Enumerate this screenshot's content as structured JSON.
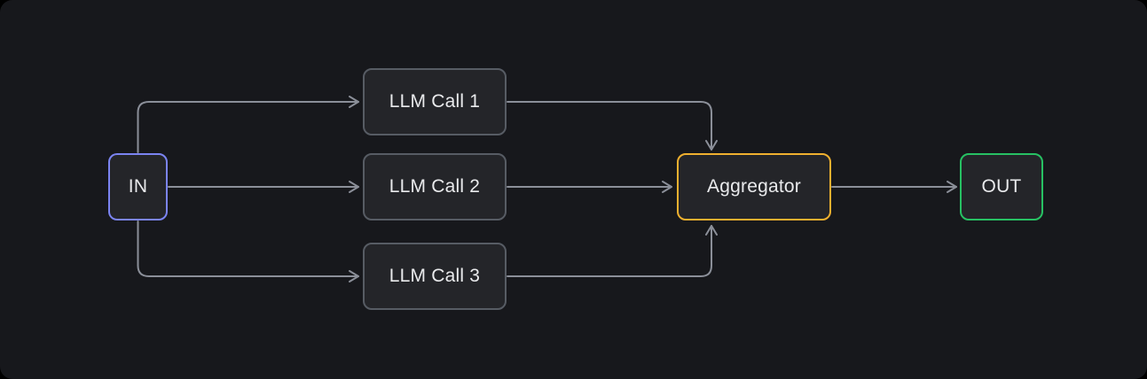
{
  "diagram": {
    "type": "workflow",
    "nodes": [
      {
        "id": "in",
        "label": "IN",
        "accent": "#7b84f2"
      },
      {
        "id": "llm1",
        "label": "LLM Call 1",
        "accent": "#575c64"
      },
      {
        "id": "llm2",
        "label": "LLM Call 2",
        "accent": "#575c64"
      },
      {
        "id": "llm3",
        "label": "LLM Call 3",
        "accent": "#575c64"
      },
      {
        "id": "aggregator",
        "label": "Aggregator",
        "accent": "#f0b02f"
      },
      {
        "id": "out",
        "label": "OUT",
        "accent": "#27c163"
      }
    ],
    "edges": [
      {
        "from": "in",
        "to": "llm1"
      },
      {
        "from": "in",
        "to": "llm2"
      },
      {
        "from": "in",
        "to": "llm3"
      },
      {
        "from": "llm1",
        "to": "aggregator"
      },
      {
        "from": "llm2",
        "to": "aggregator"
      },
      {
        "from": "llm3",
        "to": "aggregator"
      },
      {
        "from": "aggregator",
        "to": "out"
      }
    ],
    "colors": {
      "canvas_bg": "#17181c",
      "node_bg": "#242529",
      "node_border_gray": "#575c64",
      "in_border": "#7b84f2",
      "aggregator_border": "#f0b02f",
      "out_border": "#27c163",
      "connector": "#8b8f99",
      "text": "#e9eaec"
    }
  }
}
